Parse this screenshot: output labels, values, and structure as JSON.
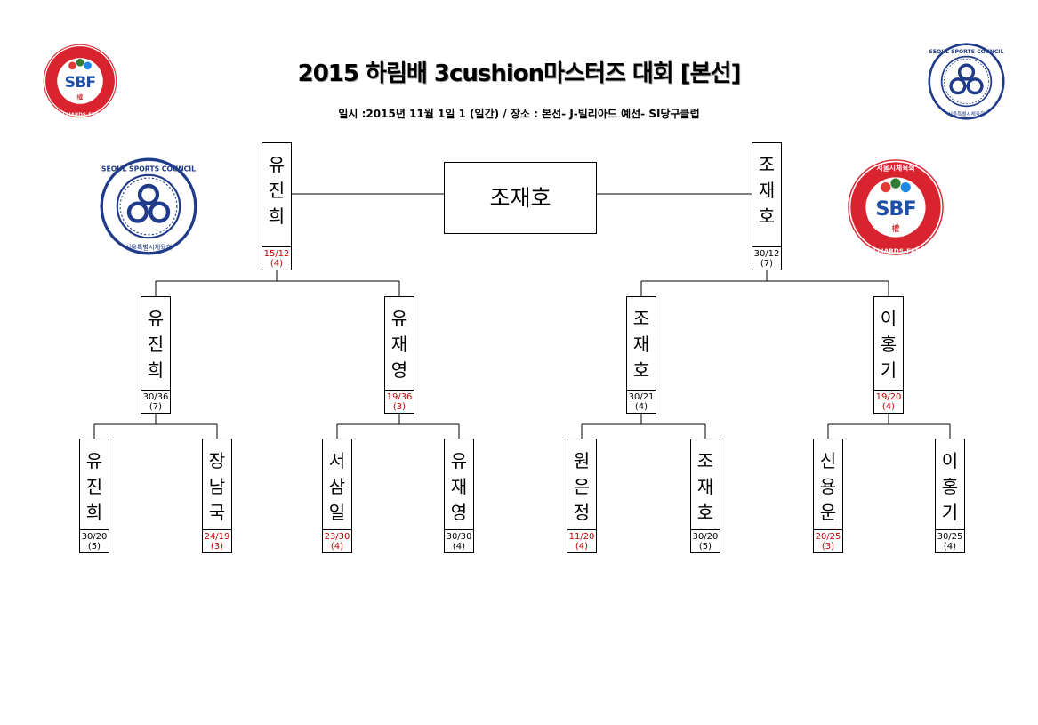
{
  "title": "2015 하림배   3cushion마스터즈 대회 [본선]",
  "subtitle": "일시 :2015년 11월 1일 1 (일간) / 장소 : 본선- J-빌리아드 예선- SI당구클럽",
  "winner": "조재호",
  "logos": {
    "sbf_text": "SBF",
    "sbf_ring_text": "SEOUL-BILLIARDS-FEDERATION",
    "sbf_top_text": "서울시체육회",
    "sbf_bottom": "權",
    "council_ring_top": "SEOUL SPORTS COUNCIL",
    "council_ring_bottom": "서울특별시체육회"
  },
  "colors": {
    "red": "#c00000",
    "black": "#000000",
    "sbf_red": "#e03030",
    "council_blue": "#1f3b8a"
  },
  "final": [
    {
      "name": [
        "유",
        "진",
        "희"
      ],
      "score": "15/12",
      "sets": "(4)",
      "red": true
    },
    {
      "name": [
        "조",
        "재",
        "호"
      ],
      "score": "30/12",
      "sets": "(7)",
      "red": false
    }
  ],
  "semi": [
    {
      "name": [
        "유",
        "진",
        "희"
      ],
      "score": "30/36",
      "sets": "(7)",
      "red": false
    },
    {
      "name": [
        "유",
        "재",
        "영"
      ],
      "score": "19/36",
      "sets": "(3)",
      "red": true
    },
    {
      "name": [
        "조",
        "재",
        "호"
      ],
      "score": "30/21",
      "sets": "(4)",
      "red": false
    },
    {
      "name": [
        "이",
        "홍",
        "기"
      ],
      "score": "19/20",
      "sets": "(4)",
      "red": true
    }
  ],
  "quarter": [
    {
      "name": [
        "유",
        "진",
        "희"
      ],
      "score": "30/20",
      "sets": "(5)",
      "red": false
    },
    {
      "name": [
        "장",
        "남",
        "국"
      ],
      "score": "24/19",
      "sets": "(3)",
      "red": true
    },
    {
      "name": [
        "서",
        "삼",
        "일"
      ],
      "score": "23/30",
      "sets": "(4)",
      "red": true
    },
    {
      "name": [
        "유",
        "재",
        "영"
      ],
      "score": "30/30",
      "sets": "(4)",
      "red": false
    },
    {
      "name": [
        "원",
        "은",
        "정"
      ],
      "score": "11/20",
      "sets": "(4)",
      "red": true
    },
    {
      "name": [
        "조",
        "재",
        "호"
      ],
      "score": "30/20",
      "sets": "(5)",
      "red": false
    },
    {
      "name": [
        "신",
        "용",
        "운"
      ],
      "score": "20/25",
      "sets": "(3)",
      "red": true
    },
    {
      "name": [
        "이",
        "홍",
        "기"
      ],
      "score": "30/25",
      "sets": "(4)",
      "red": false
    }
  ]
}
